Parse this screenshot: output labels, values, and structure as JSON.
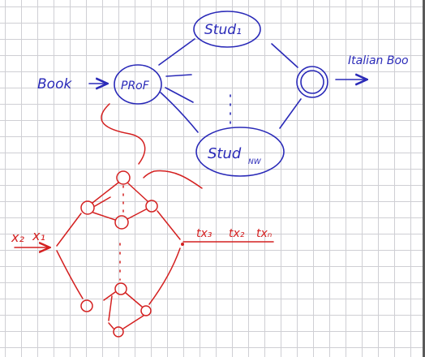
{
  "colors": {
    "blue_ink": "#2a2ab8",
    "red_ink": "#d42020",
    "grid": "#cfcfd4"
  },
  "labels": {
    "book": "Book",
    "prof": "PRoF",
    "stud1": "Stud₁",
    "studn": "Stud",
    "studn_subscript": "NW",
    "output_label": "Italian Boo",
    "x2": "x₂",
    "x1": "x₁",
    "tx3": "tx₃",
    "tx2": "tx₂",
    "txn": "txₙ"
  }
}
